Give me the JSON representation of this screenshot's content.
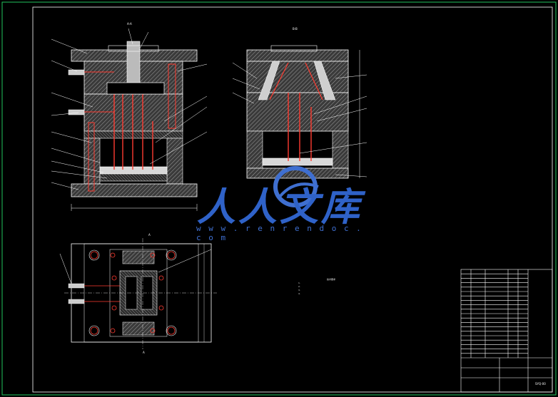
{
  "colors": {
    "background": "#000000",
    "border": "#22c55e",
    "lines": "#ffffff",
    "hatch": "#9a9a9a",
    "pins": "#ff3b30",
    "watermark": "#2f62c8"
  },
  "watermark": {
    "brand_cn": "人人文库",
    "url": "w w w . r e n r e n d o c . c o m",
    "icon": "renrendoc-logo-icon"
  },
  "views": {
    "section_aa_label": "A-A",
    "section_bb_label": "B-B",
    "section_cut_mark_top": "A",
    "section_cut_mark_bottom": "A"
  },
  "tech_notes": {
    "title": "技术要求",
    "lines": [
      "1.",
      "2.",
      "3.",
      "4."
    ]
  },
  "title_block": {
    "drawing_no": "SYQ-00",
    "material_rows": 20
  }
}
